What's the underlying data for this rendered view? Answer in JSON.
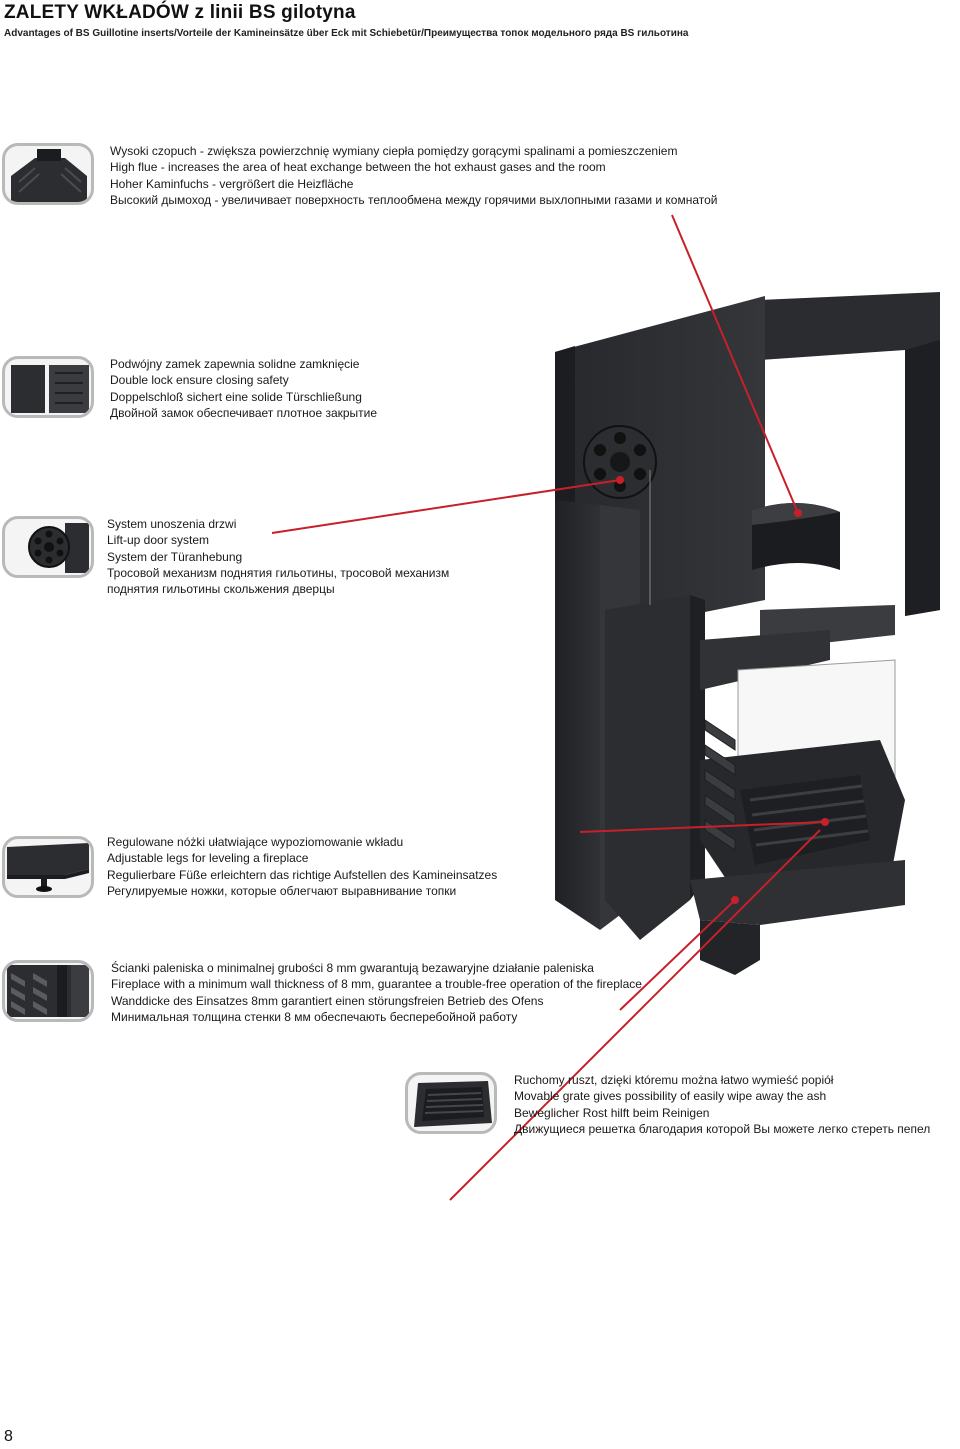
{
  "header": {
    "title": "ZALETY WKŁADÓW z linii BS gilotyna",
    "subtitle": "Advantages of BS Guillotine inserts/Vorteile der Kamineinsätze über Eck mit Schiebetür/Преимущества топок модельного ряда BS гильотина"
  },
  "features": [
    {
      "icon": "high-flue-thumbnail",
      "lines": [
        "Wysoki czopuch - zwiększa powierzchnię wymiany ciepła pomiędzy gorącymi spalinami a pomieszczeniem",
        "High flue - increases the area of heat exchange between the hot exhaust gases and the room",
        "Hoher Kaminfuchs - vergrößert die Heizfläche",
        "Высокий дымоход - увеличивает поверхность теплообмена между горячими выхлопными газами и комнатой"
      ]
    },
    {
      "icon": "double-lock-thumbnail",
      "lines": [
        "Podwójny zamek zapewnia solidne zamknięcie",
        "Double lock ensure closing safety",
        "Doppelschloß sichert eine solide Türschließung",
        "Двойной замок обеспечивает плотное закрытие"
      ]
    },
    {
      "icon": "lift-up-door-thumbnail",
      "lines": [
        "System unoszenia drzwi",
        "Lift-up door system",
        "System der Türanhebung",
        "Тросовой механизм поднятия гильотины, тросовой механизм",
        "поднятия гильотины скольжения дверцы"
      ]
    },
    {
      "icon": "adjustable-legs-thumbnail",
      "lines": [
        "Regulowane nóżki ułatwiające wypoziomowanie wkładu",
        "Adjustable legs for leveling a fireplace",
        "Regulierbare Füße erleichtern das richtige Aufstellen des Kamineinsatzes",
        "Регулируемые ножки, которые облегчают  выравнивание топки"
      ]
    },
    {
      "icon": "wall-thickness-thumbnail",
      "lines": [
        "Ścianki paleniska o minimalnej grubości 8 mm gwarantują bezawaryjne działanie paleniska",
        "Fireplace with a minimum wall thickness of 8 mm, guarantee a trouble-free operation of the fireplace",
        "Wanddicke des Einsatzes 8mm garantiert einen störungsfreien Betrieb des Ofens",
        "Минимальная толщина стенки 8 мм обеспечають бесперебойной работу"
      ]
    },
    {
      "icon": "grate-thumbnail",
      "lines": [
        "Ruchomy ruszt, dzięki któremu można łatwo wymieść popiół",
        "Movable grate gives possibility of easily wipe away the ash",
        "Beweglicher Rost hilft beim Reinigen",
        "Движущиеся решетка благодария которой Вы можете легко стереть пепел"
      ]
    }
  ],
  "page_number": "8",
  "colors": {
    "pointer": "#c8202b",
    "body_dark": "#2b2d30",
    "body_mid": "#3b3d41",
    "thumb_border": "#b9b9b9"
  }
}
